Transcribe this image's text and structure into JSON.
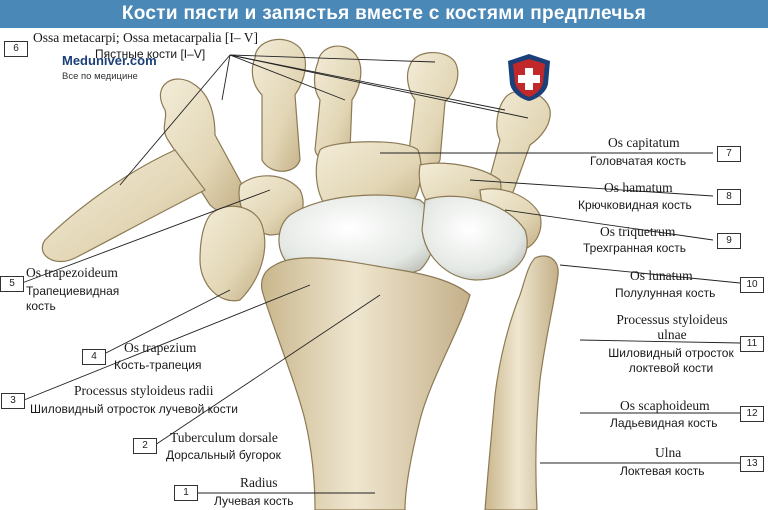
{
  "title": "Кости пясти и запястья вместе с костями предплечья",
  "logo": {
    "name": "Meduniver.com",
    "tagline": "Все по медицине",
    "brand_color": "#c0282a"
  },
  "colors": {
    "title_bar": "#4a88b8",
    "bone": "#e6dcc0",
    "bone_shade": "#b5a27a",
    "leader": "#222222"
  },
  "labels": [
    {
      "num": "6",
      "latin": "Ossa metacarpi; Ossa metacarpalia [I– V]",
      "russian": "Пястные кости [I–V]"
    },
    {
      "num": "7",
      "latin": "Os capitatum",
      "russian": "Головчатая кость"
    },
    {
      "num": "8",
      "latin": "Os hamatum",
      "russian": "Крючковидная кость"
    },
    {
      "num": "9",
      "latin": "Os triquetrum",
      "russian": "Трехгранная кость"
    },
    {
      "num": "10",
      "latin": "Os lunatum",
      "russian": "Полулунная кость"
    },
    {
      "num": "11",
      "latin": "Processus styloideus ulnae",
      "russian": "Шиловидный отросток локтевой кости"
    },
    {
      "num": "12",
      "latin": "Os scaphoideum",
      "russian": "Ладьевидная кость"
    },
    {
      "num": "13",
      "latin": "Ulna",
      "russian": "Локтевая кость"
    },
    {
      "num": "5",
      "latin": "Os trapezoideum",
      "russian": "Трапециевидная кость"
    },
    {
      "num": "4",
      "latin": "Os trapezium",
      "russian": "Кость-трапеция"
    },
    {
      "num": "3",
      "latin": "Processus styloideus radii",
      "russian": "Шиловидный отросток лучевой кости"
    },
    {
      "num": "2",
      "latin": "Tuberculum dorsale",
      "russian": "Дорсальный бугорок"
    },
    {
      "num": "1",
      "latin": "Radius",
      "russian": "Лучевая кость"
    }
  ]
}
